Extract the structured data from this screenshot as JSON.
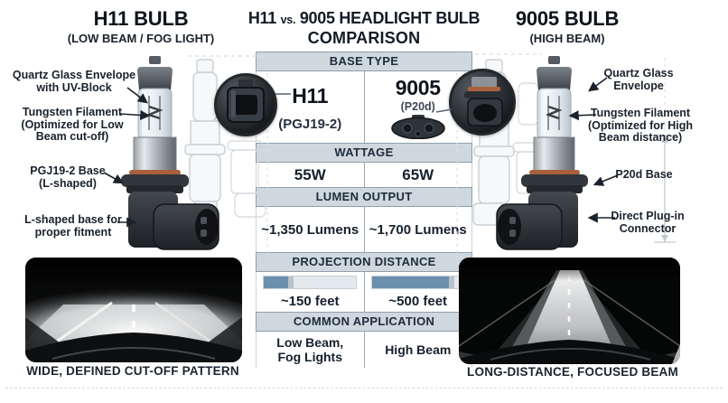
{
  "colors": {
    "header_bg": "#cfd8df",
    "header_border": "#8fa0ad",
    "header_text": "#1d2c3a",
    "bar_fill": "#6b8fad",
    "bar_track": "#e3e9ed",
    "text_dark": "#161f2a"
  },
  "main_title": {
    "part1": "H11",
    "vs": "vs.",
    "part2": "9005 HEADLIGHT BULB",
    "line2": "COMPARISON"
  },
  "left_panel": {
    "title": "H11 BULB",
    "subtitle": "(LOW BEAM / FOG LIGHT)",
    "labels": {
      "quartz": {
        "line1": "Quartz Glass Envelope",
        "line2": "with UV-Block"
      },
      "filament": {
        "line1": "Tungsten Filament",
        "line2": "(Optimized for Low",
        "line3": "Beam cut-off)"
      },
      "base": {
        "line1": "PGJ19-2 Base",
        "line2": "(L-shaped)"
      },
      "fitment": {
        "line1": "L-shaped base for",
        "line2": "proper fitment"
      }
    },
    "beam_caption": "WIDE, DEFINED CUT-OFF PATTERN"
  },
  "right_panel": {
    "title": "9005 BULB",
    "subtitle": "(HIGH BEAM)",
    "labels": {
      "quartz": {
        "line1": "Quartz Glass",
        "line2": "Envelope"
      },
      "filament": {
        "line1": "Tungsten Filament",
        "line2": "(Optimized for High",
        "line3": "Beam distance)"
      },
      "base": {
        "line1": "P20d Base"
      },
      "connector": {
        "line1": "Direct Plug-in",
        "line2": "Connector"
      }
    },
    "beam_caption": "LONG-DISTANCE, FOCUSED BEAM"
  },
  "table": {
    "base_type": {
      "header": "BASE TYPE",
      "h11_name": "H11",
      "h11_base": "(PGJ19-2)",
      "hb9005_name": "9005",
      "hb9005_base": "(P20d)"
    },
    "wattage": {
      "header": "WATTAGE",
      "h11": "55W",
      "hb9005": "65W"
    },
    "lumen_output": {
      "header": "LUMEN OUTPUT",
      "h11": "~1,350 Lumens",
      "hb9005": "~1,700 Lumens"
    },
    "projection_distance": {
      "header": "PROJECTION DISTANCE",
      "h11": "~150 feet",
      "hb9005": "~500 feet",
      "h11_fill_pct": 26,
      "hb9005_fill_pct": 84
    },
    "common_application": {
      "header": "COMMON APPLICATION",
      "h11_line1": "Low Beam,",
      "h11_line2": "Fog Lights",
      "hb9005": "High Beam"
    }
  }
}
